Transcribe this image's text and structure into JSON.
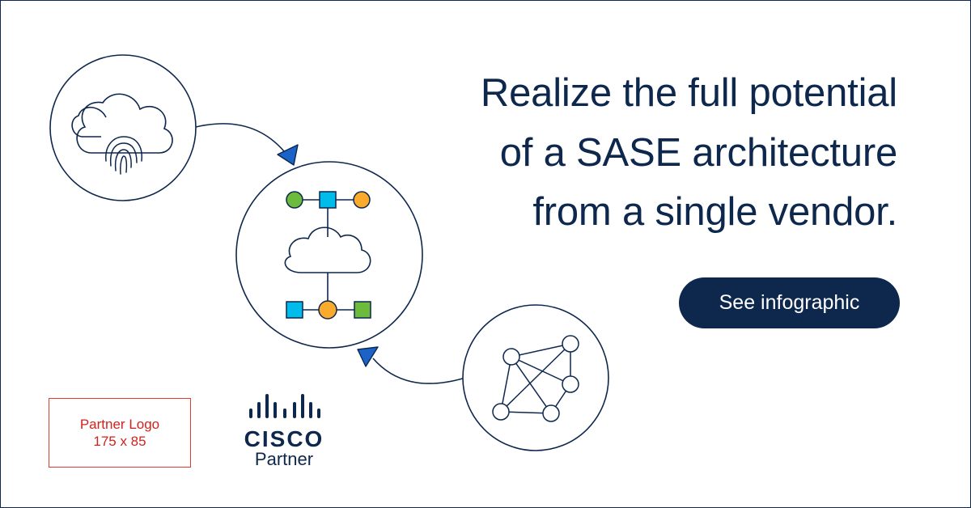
{
  "headline": {
    "lines": [
      "Realize the full potential",
      "of a SASE architecture",
      "from a single vendor."
    ]
  },
  "cta": {
    "label": "See infographic"
  },
  "partner_logo": {
    "line1": "Partner Logo",
    "line2": "175 x 85"
  },
  "cisco_partner": {
    "wordmark": "CISCO",
    "tagline": "Partner"
  },
  "icons": [
    "cloud-fingerprint-icon",
    "cloud-network-hub-icon",
    "mesh-network-icon",
    "arrow-triangle-icon",
    "cisco-bars-icon"
  ],
  "colors": {
    "navy": "#0d274d",
    "green": "#6cbb3c",
    "blue": "#00bceb",
    "orange": "#fbab2c",
    "partner_red": "#e03c31"
  }
}
